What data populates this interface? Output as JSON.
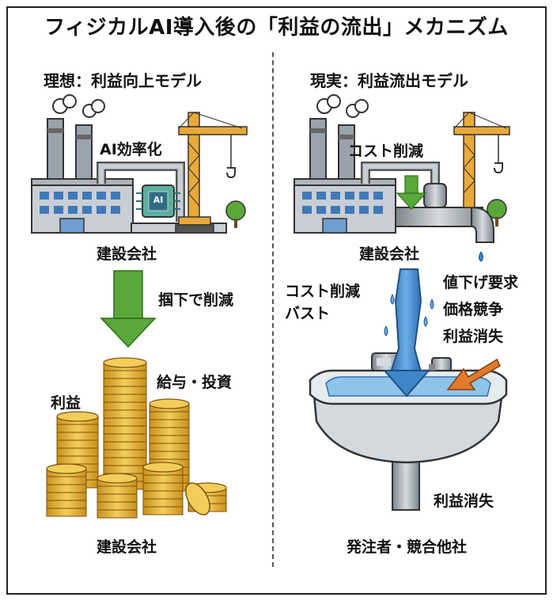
{
  "title": "フィジカルAI導入後の「利益の流出」メカニズム",
  "left": {
    "heading": "理想：利益向上モデル",
    "efficiency_label": "AI効率化",
    "chip_label": "AI",
    "company_label": "建設会社",
    "arrow_label": "掴下で削減",
    "profit_label": "利益",
    "salary_label": "給与・投資",
    "bottom_label": "建設会社"
  },
  "right": {
    "heading": "現実：利益流出モデル",
    "cost_cut_label": "コスト削減",
    "company_label": "建設会社",
    "bust_label_line1": "コスト削減",
    "bust_label_line2": "バスト",
    "pressure_line1": "値下げ要求",
    "pressure_line2": "価格競争",
    "pressure_line3": "利益消失",
    "drain_label": "利益消失",
    "bottom_label": "発注者・競合他社"
  },
  "colors": {
    "green_arrow": "#5aa83a",
    "water_blue": "#3f86c9",
    "coin_gold": "#e2b23a",
    "orange_arrow": "#e07a2c",
    "crane_yellow": "#e8a93a",
    "building_gray": "#c9ced4"
  }
}
